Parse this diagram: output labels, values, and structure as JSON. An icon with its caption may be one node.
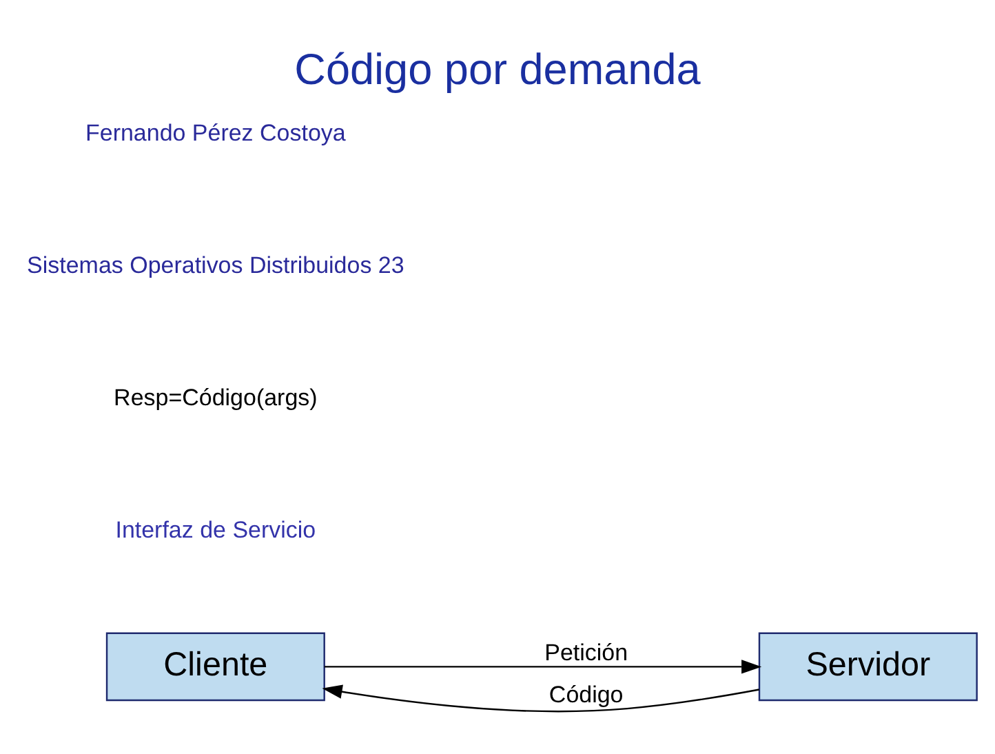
{
  "diagram": {
    "title": "Código por demanda",
    "nodes": [
      {
        "text": [
          "Cliente"
        ]
      },
      {
        "text": [
          "Servidor"
        ]
      }
    ],
    "edges": [
      {
        "from": 0,
        "to": 1,
        "arrow": "to",
        "label": "Petición"
      },
      {
        "from": 1,
        "to": 0,
        "arrow": "to",
        "label": "Código"
      }
    ],
    "labels": [
      "Interfaz de Servicio",
      "Resp=Código(args)",
      "Sistemas Operativos Distribuidos 23",
      "Fernando Pérez Costoya"
    ]
  }
}
